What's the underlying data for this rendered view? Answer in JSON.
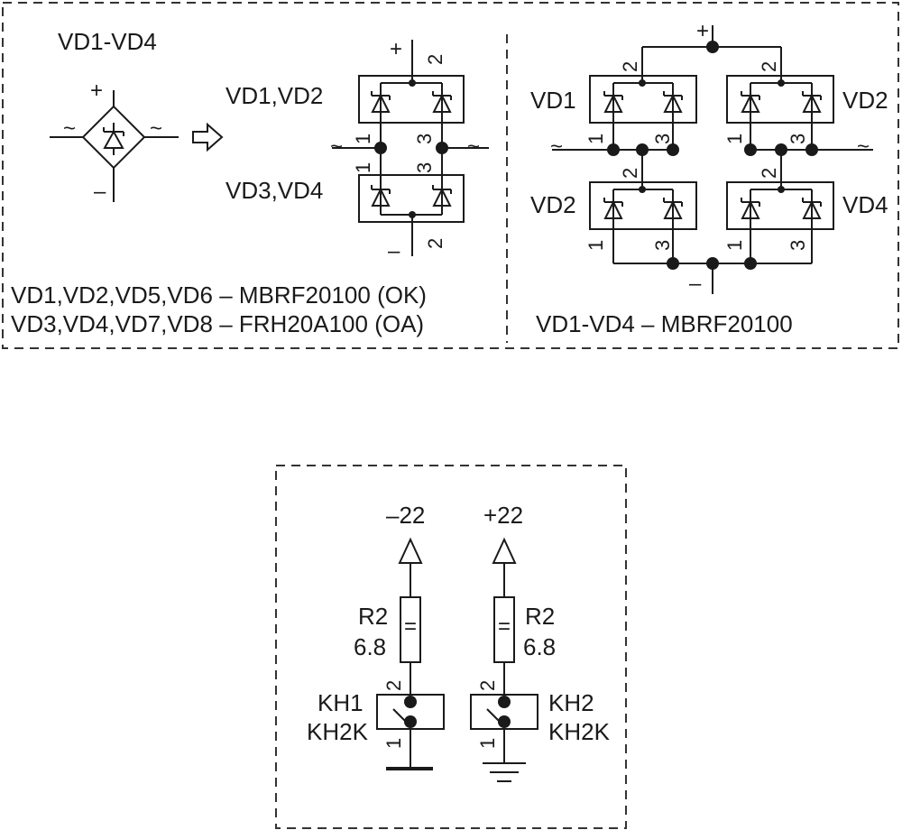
{
  "top_left": {
    "bridge_label": "VD1-VD4",
    "plus": "+",
    "minus": "–",
    "tilde": "~",
    "upper_pair_label": "VD1,VD2",
    "lower_pair_label": "VD3,VD4",
    "pin_1": "1",
    "pin_2": "2",
    "pin_3": "3",
    "note_line_1": "VD1,VD2,VD5,VD6 – MBRF20100 (OK)",
    "note_line_2": "VD3,VD4,VD7,VD8 – FRH20A100 (OA)"
  },
  "top_right": {
    "plus": "+",
    "minus": "–",
    "tilde": "~",
    "label_top_left": "VD1",
    "label_top_right": "VD2",
    "label_bottom_left": "VD2",
    "label_bottom_right": "VD4",
    "pin_1": "1",
    "pin_2": "2",
    "pin_3": "3",
    "note": "VD1-VD4 – MBRF20100"
  },
  "bottom": {
    "left_supply": "–22",
    "right_supply": "+22",
    "resistor_name": "R2",
    "resistor_value": "6.8",
    "left_switch_name": "KH1",
    "right_switch_name": "KH2",
    "switch_type": "KH2K",
    "pin_1": "1",
    "pin_2": "2",
    "resistor_mark": "="
  }
}
